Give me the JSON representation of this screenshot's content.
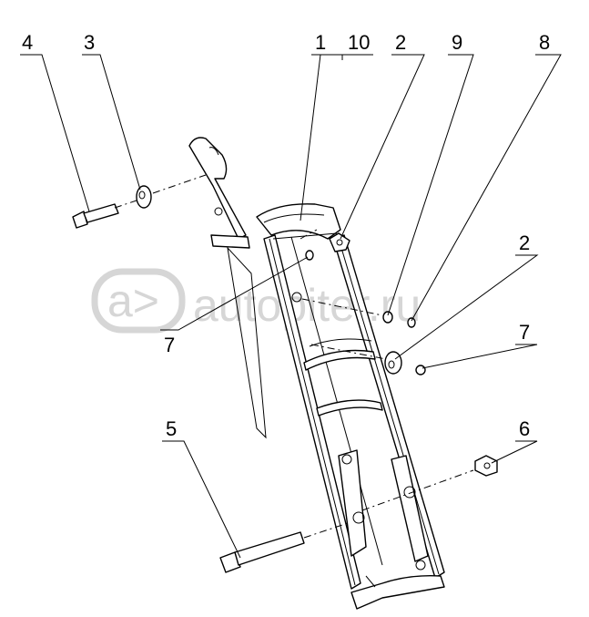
{
  "watermark": {
    "text": "autopiter.ru",
    "logo_text": "a>"
  },
  "callouts": [
    {
      "label": "4"
    },
    {
      "label": "3"
    },
    {
      "label": "1"
    },
    {
      "label": "10"
    },
    {
      "label": "2"
    },
    {
      "label": "9"
    },
    {
      "label": "8"
    },
    {
      "label": "2"
    },
    {
      "label": "7"
    },
    {
      "label": "7"
    },
    {
      "label": "5"
    },
    {
      "label": "6"
    }
  ]
}
